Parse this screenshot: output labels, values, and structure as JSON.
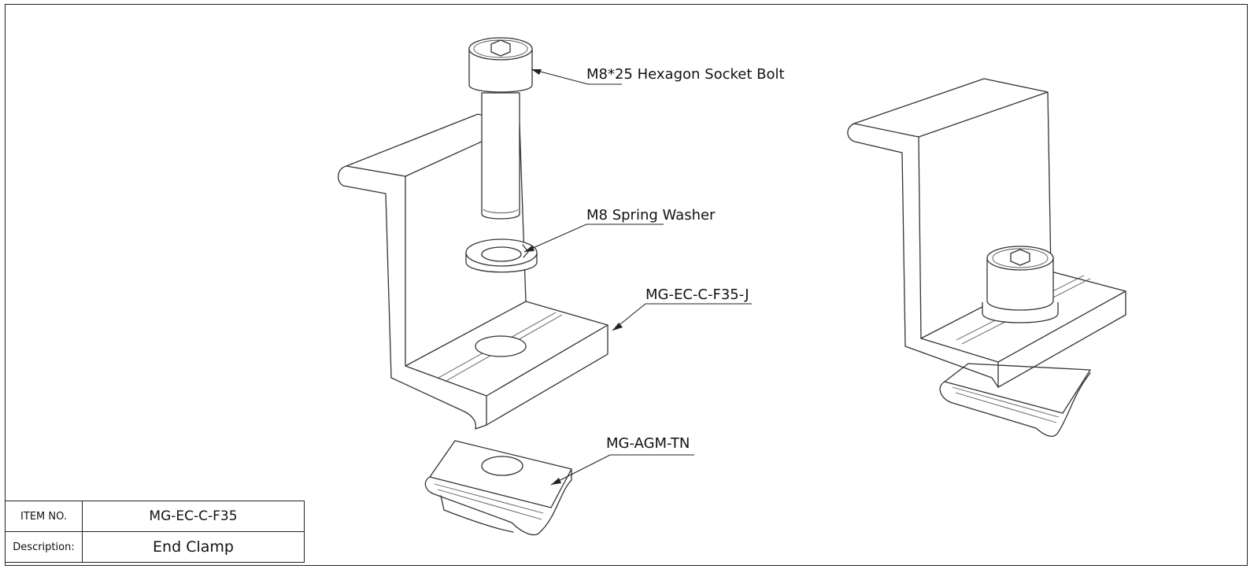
{
  "callouts": {
    "bolt": "M8*25 Hexagon Socket Bolt",
    "washer": "M8 Spring Washer",
    "clamp": "MG-EC-C-F35-J",
    "tnut": "MG-AGM-TN"
  },
  "title_block": {
    "item_no_label": "ITEM NO.",
    "item_no_value": "MG-EC-C-F35",
    "description_label": "Description:",
    "description_value": "End Clamp"
  }
}
